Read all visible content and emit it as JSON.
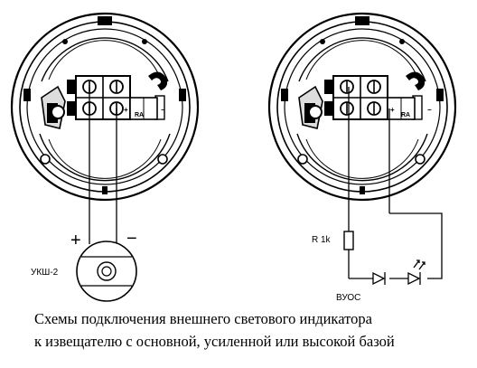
{
  "diagram_left": {
    "plus_sign": "+",
    "minus_sign": "−",
    "device_label": "УКШ-2"
  },
  "diagram_right": {
    "resistor_label": "R 1k",
    "led_label": "ВУОС"
  },
  "terminal_marks": {
    "plus": "+",
    "minus": "−",
    "ra": "RA"
  },
  "caption": {
    "line1": "Схемы подключения внешнего светового индикатора",
    "line2": "к извещателю с основной, усиленной или высокой базой"
  }
}
